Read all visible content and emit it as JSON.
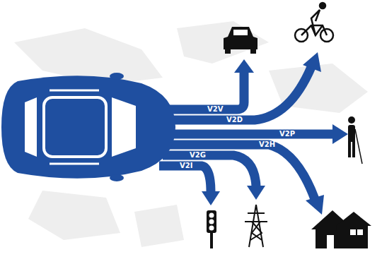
{
  "diagram": {
    "labels": [
      "V2V",
      "V2D",
      "V2P",
      "V2H",
      "V2G",
      "V2I"
    ]
  }
}
